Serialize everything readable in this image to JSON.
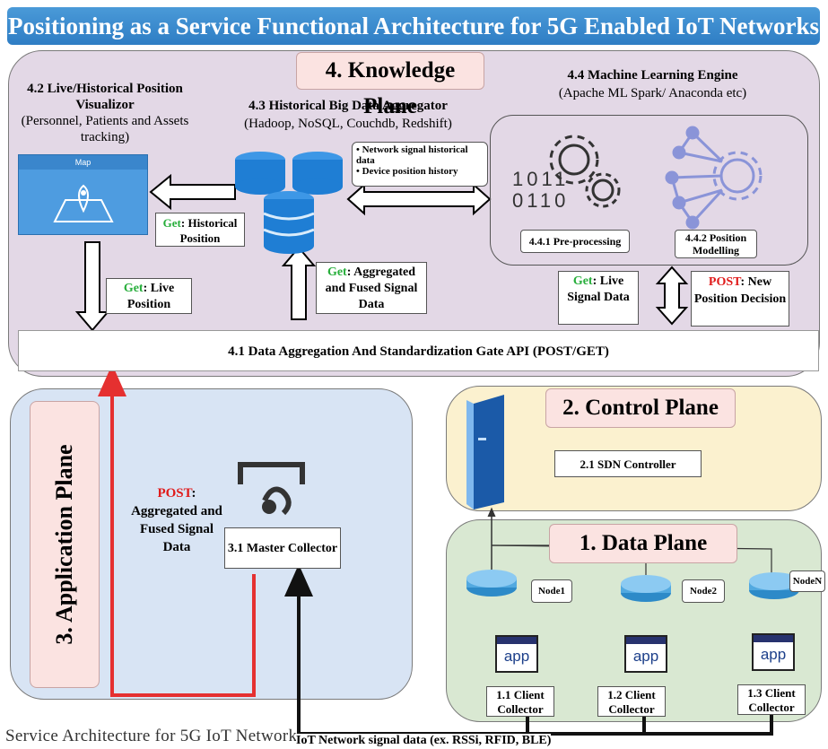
{
  "title": "Positioning as a Service Functional Architecture for 5G Enabled IoT Networks",
  "knowledge_plane": {
    "title": "4. Knowledge Plane",
    "visualizer": {
      "title": "4.2 Live/Historical Position Visualizor",
      "subtitle": "(Personnel, Patients and Assets tracking)",
      "map_label": "Map"
    },
    "aggregator": {
      "title": "4.3 Historical Big Data Aggregator",
      "subtitle": "(Hadoop, NoSQL, Couchdb, Redshift)"
    },
    "history_items": [
      "Network signal historical data",
      "Device position history"
    ],
    "ml_engine": {
      "title": "4.4 Machine Learning Engine",
      "subtitle": "(Apache ML Spark/ Anaconda  etc)",
      "binary_top": "1011",
      "binary_bottom": "0110",
      "preprocessing": "4.4.1 Pre-processing",
      "modelling": "4.4.2 Position Modelling"
    },
    "get_historical": {
      "verb": "Get",
      "text": ": Historical Position"
    },
    "get_live_position": {
      "verb": "Get",
      "text": ": Live Position"
    },
    "get_aggregated": {
      "verb": "Get",
      "text": ": Aggregated and Fused Signal Data"
    },
    "get_live_signal": {
      "verb": "Get",
      "text": ": Live Signal Data"
    },
    "post_new_position": {
      "verb": "POST",
      "text": ": New Position Decision"
    },
    "gate_api": "4.1 Data Aggregation And Standardization Gate API (POST/GET)"
  },
  "application_plane": {
    "title": "3. Application Plane",
    "post_label": {
      "verb": "POST",
      "text": ": Aggregated and Fused Signal Data"
    },
    "master_collector": "3.1 Master Collector"
  },
  "control_plane": {
    "title": "2. Control Plane",
    "sdn_controller": "2.1 SDN Controller"
  },
  "data_plane": {
    "title": "1. Data Plane",
    "nodes": [
      "Node1",
      "Node2",
      "NodeN"
    ],
    "app_label": "app",
    "collectors": [
      "1.1 Client Collector",
      "1.2 Client Collector",
      "1.3 Client Collector"
    ]
  },
  "iot_signal_label": "IoT Network signal data (ex. RSSi, RFID, BLE)",
  "caption_fragment": "Service Architecture for 5G IoT Network"
}
